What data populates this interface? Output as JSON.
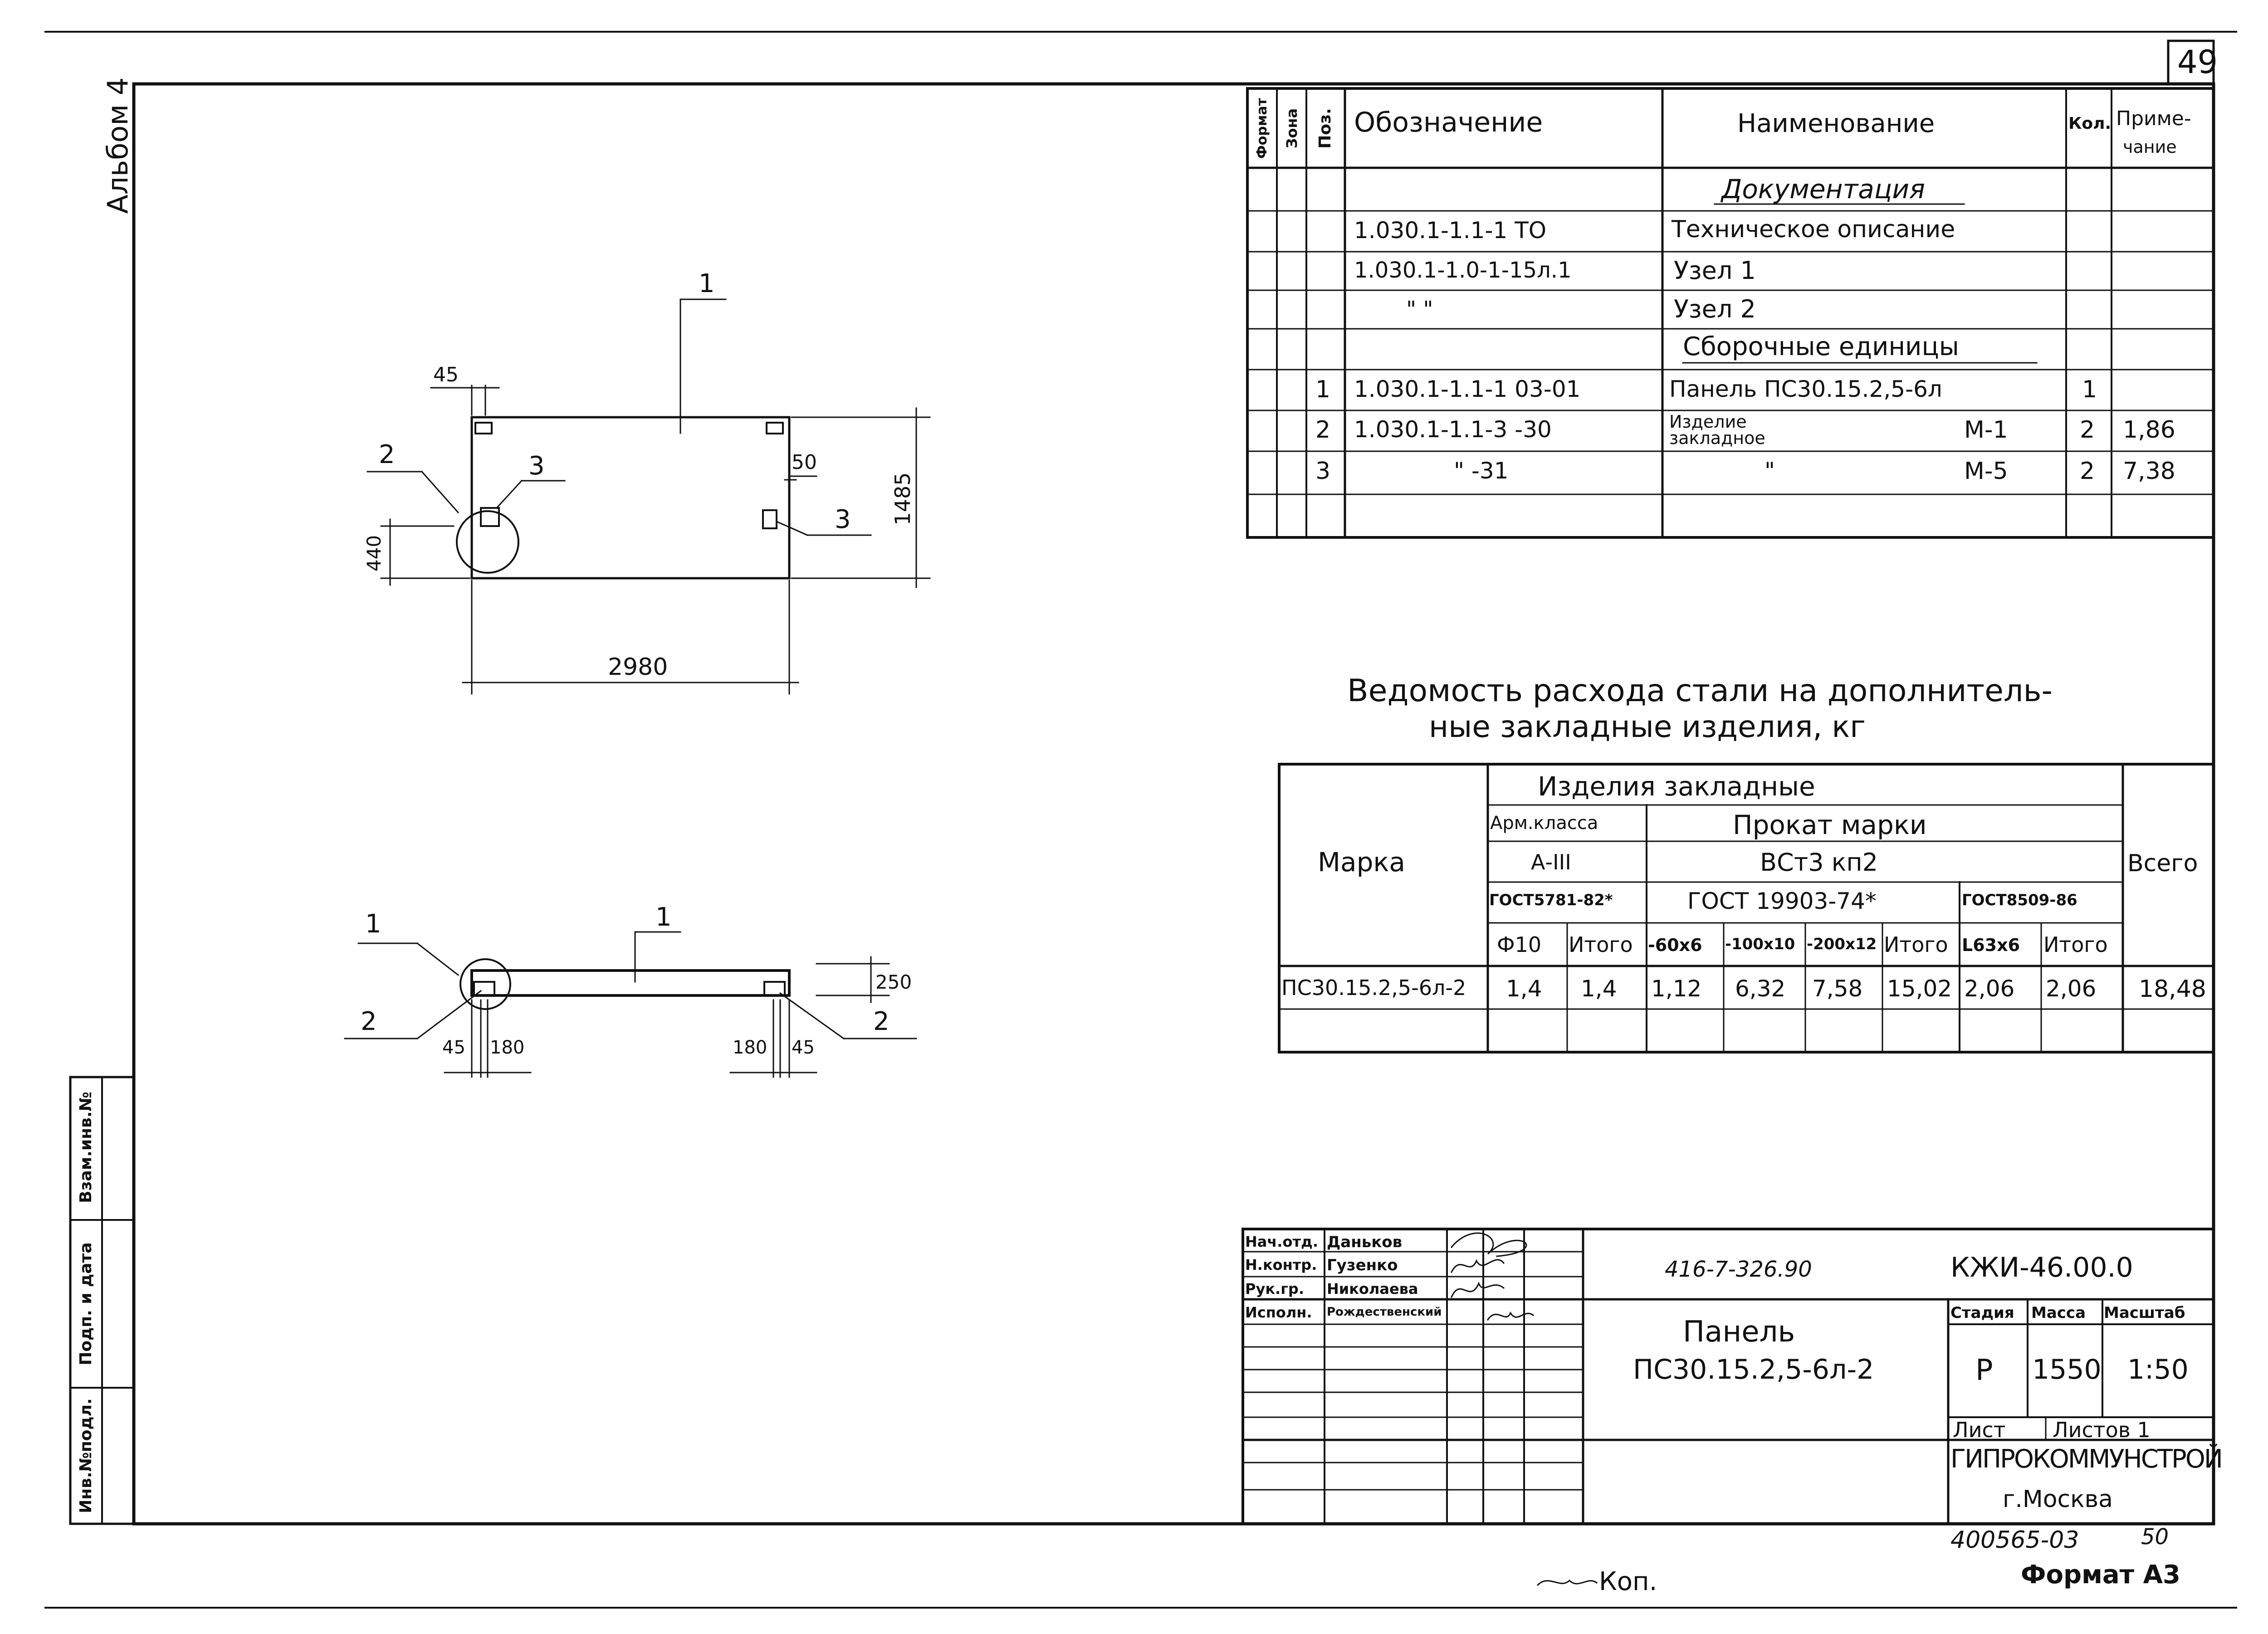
{
  "sheet_number": "49",
  "album_label": "Альбом 4",
  "left_stamp": {
    "inv_podl": "Инв.№подл.",
    "podp_data": "Подп. и дата",
    "vzam_inv": "Взам.инв.№"
  },
  "plan_view": {
    "dims": {
      "d45": "45",
      "d50": "50",
      "d1485": "1485",
      "d440": "440",
      "d2980": "2980"
    },
    "labels": {
      "p1": "1",
      "p2": "2",
      "p3a": "3",
      "p3b": "3"
    }
  },
  "section_view": {
    "dims": {
      "d250": "250",
      "d45a": "45",
      "d180a": "180",
      "d180b": "180",
      "d45b": "45"
    },
    "labels": {
      "p1a": "1",
      "p1b": "1",
      "p2a": "2",
      "p2b": "2"
    }
  },
  "spec_table": {
    "headers": {
      "format": "Формат",
      "zone": "Зона",
      "pos": "Поз.",
      "designation": "Обозначение",
      "name": "Наименование",
      "qty": "Кол.",
      "note_1": "Приме-",
      "note_2": "чание"
    },
    "rows": [
      {
        "pos": "",
        "designation": "",
        "name": "Документация",
        "qty": "",
        "note": "",
        "section": true
      },
      {
        "pos": "",
        "designation": "1.030.1-1.1-1 ТО",
        "name": "Техническое описание",
        "qty": "",
        "note": ""
      },
      {
        "pos": "",
        "designation": "1.030.1-1.0-1-15л.1",
        "name": "Узел 1",
        "qty": "",
        "note": ""
      },
      {
        "pos": "",
        "designation": "\"          \"",
        "name": "Узел 2",
        "qty": "",
        "note": ""
      },
      {
        "pos": "",
        "designation": "",
        "name": "Сборочные единицы",
        "qty": "",
        "note": "",
        "section": true
      },
      {
        "pos": "1",
        "designation": "1.030.1-1.1-1  03-01",
        "name": "Панель ПС30.15.2,5-6л",
        "qty": "1",
        "note": ""
      },
      {
        "pos": "2",
        "designation": "1.030.1-1.1-3     -30",
        "name": "Изделие закладное",
        "name_suffix": "М-1",
        "qty": "2",
        "note": "1,86"
      },
      {
        "pos": "3",
        "designation": "\"           -31",
        "name": "\"",
        "name_suffix": "М-5",
        "qty": "2",
        "note": "7,38"
      },
      {
        "pos": "",
        "designation": "",
        "name": "",
        "qty": "",
        "note": ""
      }
    ]
  },
  "vedomost": {
    "title_1": "Ведомость расхода стали на дополнитель-",
    "title_2": "ные закладные изделия, кг",
    "h_marka": "Марка",
    "h_izdeliya": "Изделия   закладные",
    "h_arm": "Арм.класса",
    "h_a3": "А-III",
    "h_gost1": "ГОСТ5781-82*",
    "h_prokat": "Прокат   марки",
    "h_vst": "ВСт3 кп2",
    "h_gost2": "ГОСТ 19903-74*",
    "h_gost3": "ГОСТ8509-86",
    "h_vsego": "Всего",
    "sub": [
      "Ф10",
      "Итого",
      "-60х6",
      "-100х10",
      "-200х12",
      "Итого",
      "L63х6",
      "Итого"
    ],
    "rows": [
      {
        "marka": "ПС30.15.2,5-6л-2",
        "vals": [
          "1,4",
          "1,4",
          "1,12",
          "6,32",
          "7,58",
          "15,02",
          "2,06",
          "2,06"
        ],
        "total": "18,48"
      }
    ]
  },
  "title_block": {
    "roles": [
      {
        "role": "Нач.отд.",
        "name": "Даньков"
      },
      {
        "role": "Н.контр.",
        "name": "Гузенко"
      },
      {
        "role": "Рук.гр.",
        "name": "Николаева"
      },
      {
        "role": "Исполн.",
        "name": "Рождественский"
      }
    ],
    "project_code": "416-7-326.90",
    "doc_code": "КЖИ-46.00.0",
    "item_title": "Панель",
    "item_code": "ПС30.15.2,5-6л-2",
    "stage_label": "Стадия",
    "mass_label": "Масса",
    "scale_label": "Масштаб",
    "stage": "Р",
    "mass": "1550",
    "scale": "1:50",
    "sheet_label": "Лист",
    "sheets_label": "Листов 1",
    "org": "ГИПРОКОММУНСТРОЙ",
    "city": "г.Москва"
  },
  "archive_number": "400565-03",
  "archive_page": "50",
  "kop_label": "Коп.",
  "format_label": "Формат А3"
}
